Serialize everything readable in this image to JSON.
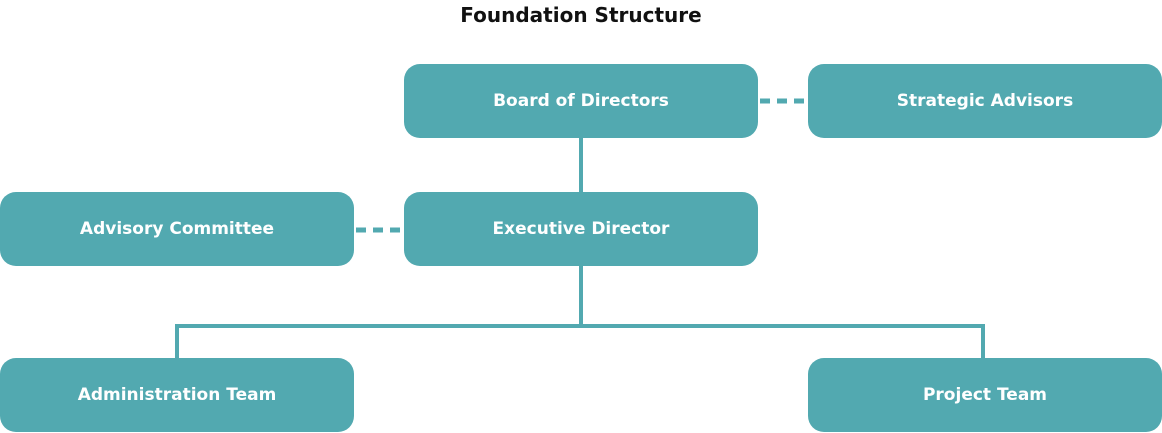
{
  "title": "Foundation Structure",
  "colors": {
    "node_fill": "#52a9b0",
    "node_text": "#ffffff",
    "connector": "#52a9b0",
    "title_text": "#111111"
  },
  "nodes": {
    "board": "Board of Directors",
    "strategic_advisors": "Strategic Advisors",
    "advisory_committee": "Advisory Committee",
    "executive_director": "Executive Director",
    "administration_team": "Administration Team",
    "project_team": "Project Team"
  },
  "edges": [
    {
      "from": "board",
      "to": "executive_director",
      "style": "solid"
    },
    {
      "from": "executive_director",
      "to": "administration_team",
      "style": "solid"
    },
    {
      "from": "executive_director",
      "to": "project_team",
      "style": "solid"
    },
    {
      "from": "board",
      "to": "strategic_advisors",
      "style": "dashed"
    },
    {
      "from": "advisory_committee",
      "to": "executive_director",
      "style": "dashed"
    }
  ]
}
